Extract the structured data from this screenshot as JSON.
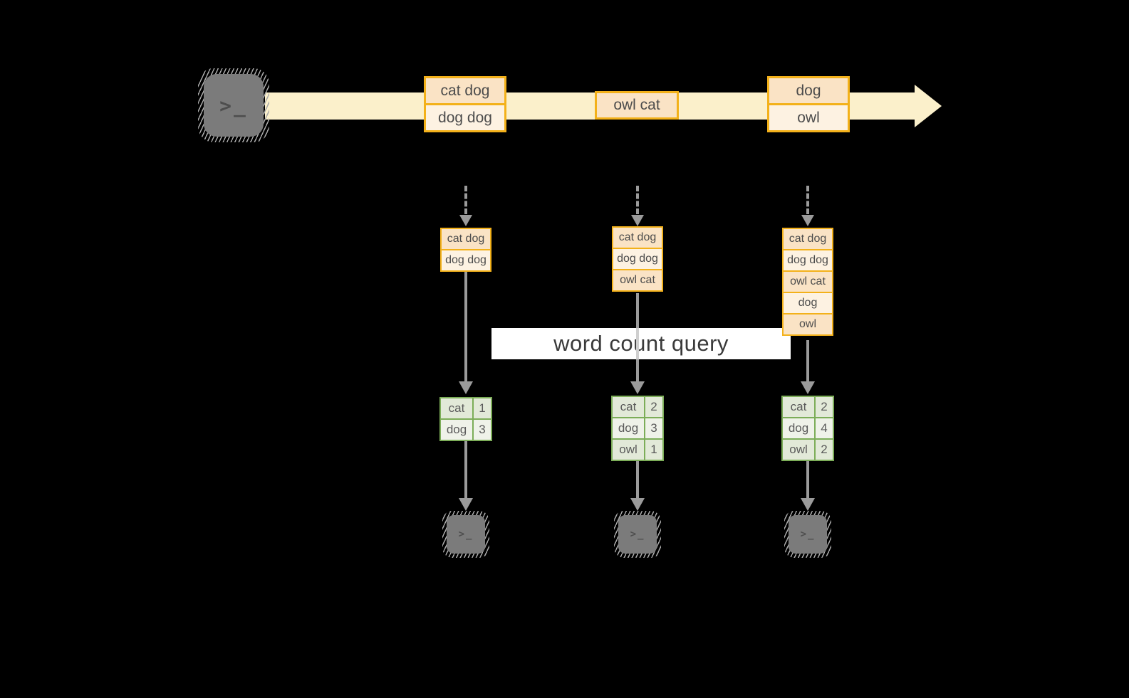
{
  "query": {
    "label": "word count query"
  },
  "icons": {
    "terminal_glyph": ">_"
  },
  "stream": {
    "batches": [
      {
        "messages": [
          "cat dog",
          "dog dog"
        ]
      },
      {
        "messages": [
          "owl cat"
        ]
      },
      {
        "messages": [
          "dog",
          "owl"
        ]
      }
    ]
  },
  "columns": [
    {
      "state": [
        "cat dog",
        "dog dog"
      ],
      "counts": [
        [
          "cat",
          "1"
        ],
        [
          "dog",
          "3"
        ]
      ]
    },
    {
      "state": [
        "cat dog",
        "dog dog",
        "owl cat"
      ],
      "counts": [
        [
          "cat",
          "2"
        ],
        [
          "dog",
          "3"
        ],
        [
          "owl",
          "1"
        ]
      ]
    },
    {
      "state": [
        "cat dog",
        "dog dog",
        "owl cat",
        "dog",
        "owl"
      ],
      "counts": [
        [
          "cat",
          "2"
        ],
        [
          "dog",
          "4"
        ],
        [
          "owl",
          "2"
        ]
      ]
    }
  ],
  "colors": {
    "background": "#000000",
    "stream_band": "#fbf0cb",
    "message_border": "#f3b11a",
    "message_fill_dark": "#fae3c5",
    "message_fill_light": "#fdf2e2",
    "arrow_gray": "#9b9b9b",
    "count_border": "#7cad58",
    "count_fill_dark": "#e2e9d8",
    "count_fill_light": "#eff2e9",
    "terminal_fill": "#7b7b7b"
  }
}
